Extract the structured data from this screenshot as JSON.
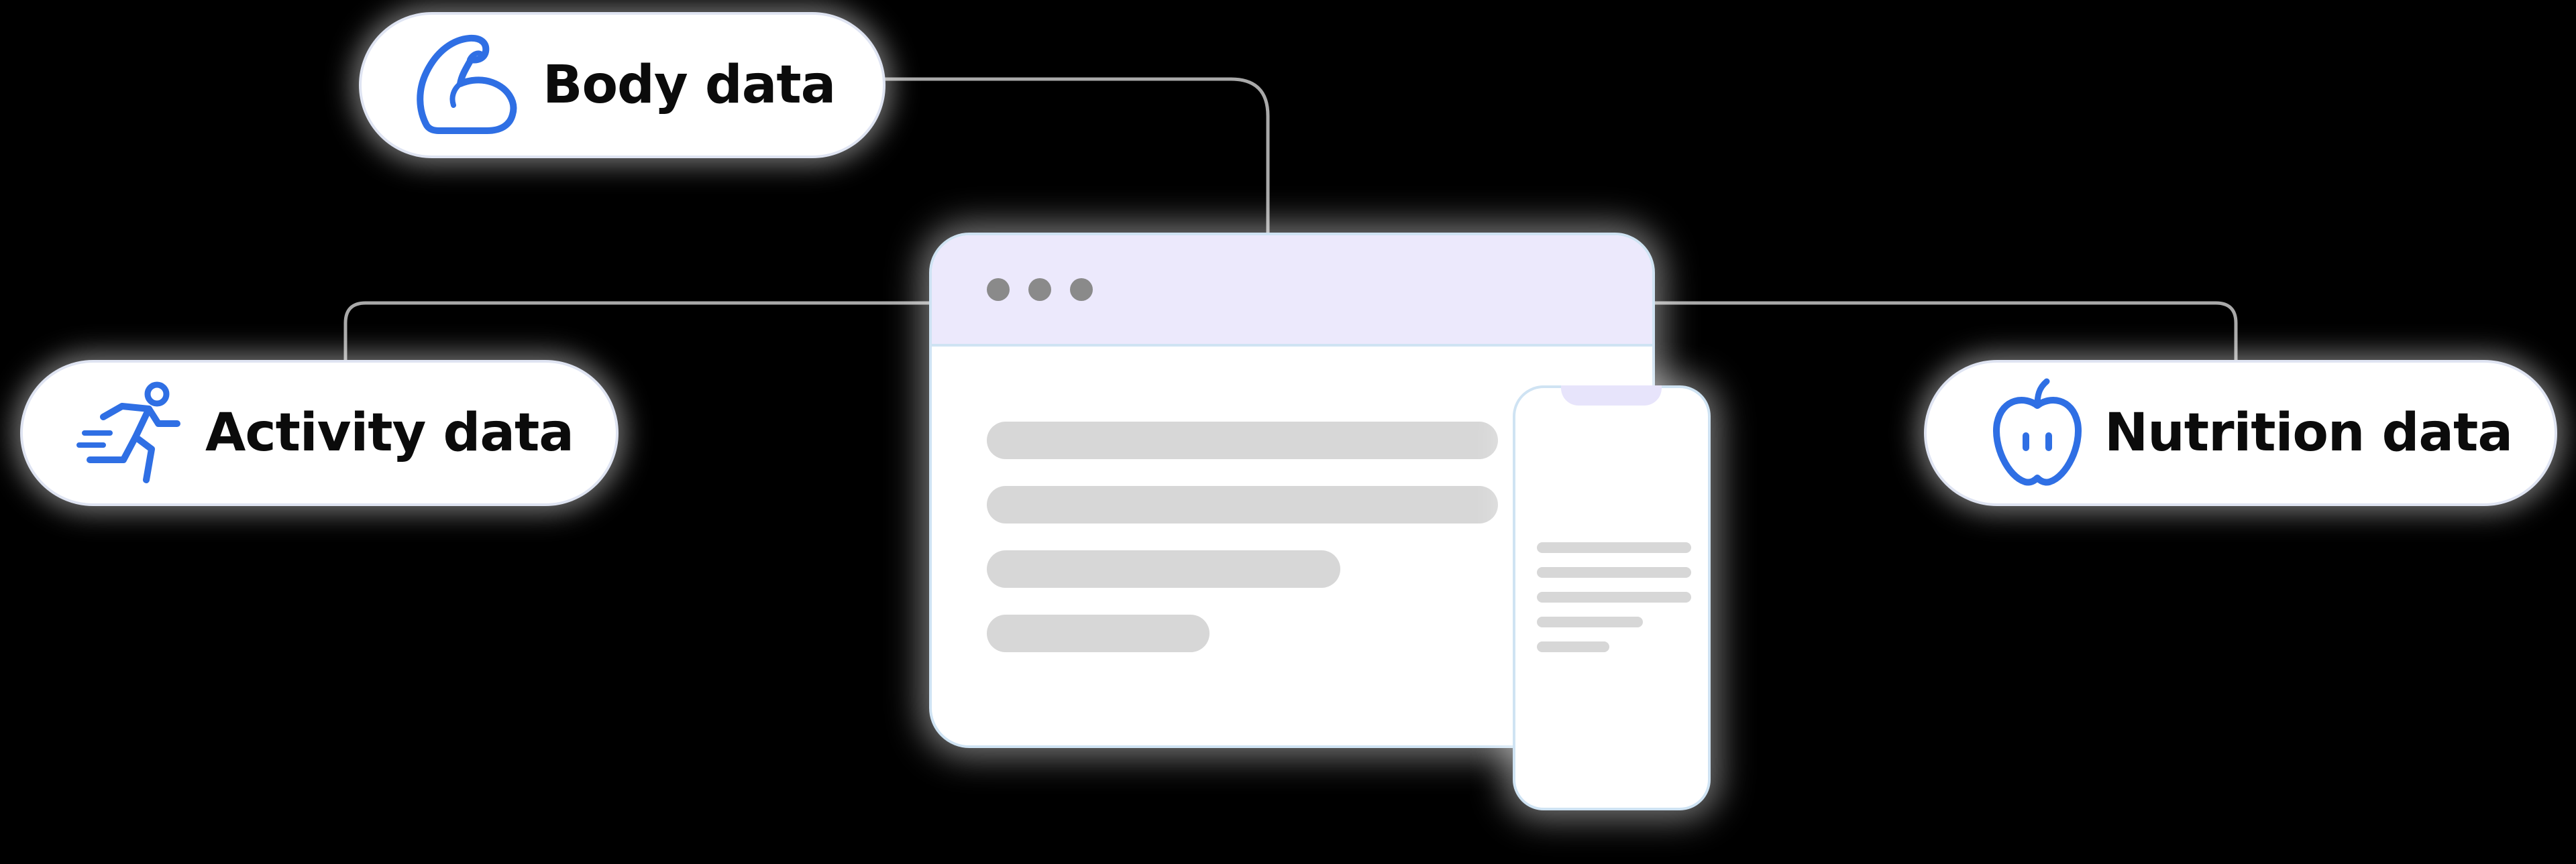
{
  "nodes": {
    "body": {
      "label": "Body data",
      "icon": "flexed-bicep-icon"
    },
    "activity": {
      "label": "Activity data",
      "icon": "running-person-icon"
    },
    "nutrition": {
      "label": "Nutrition data",
      "icon": "apple-icon"
    }
  },
  "colors": {
    "background": "#000000",
    "icon_blue": "#2f6fe4",
    "connector": "#a9a9a9",
    "title_bar": "#ece9fc",
    "placeholder": "#d7d7d7"
  }
}
